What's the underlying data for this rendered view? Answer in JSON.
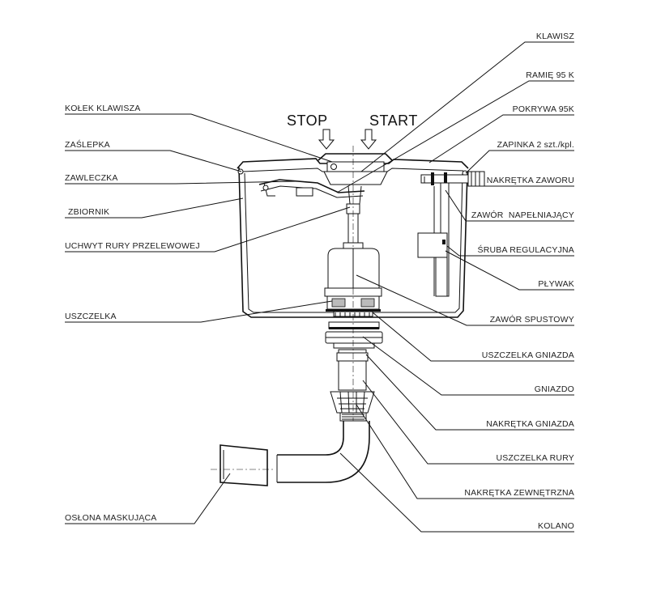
{
  "direction": {
    "stop": "STOP",
    "start": "START"
  },
  "labels": {
    "left": {
      "kolek_klawisza": "KOŁEK KLAWISZA",
      "zaslepka": "ZAŚLEPKA",
      "zawleczka": "ZAWLECZKA",
      "zbiornik": "ZBIORNIK",
      "uchwyt_rury": "UCHWYT RURY PRZELEWOWEJ",
      "uszczelka": "USZCZELKA",
      "oslona": "OSŁONA MASKUJĄCA"
    },
    "right": {
      "klawisz": "KLAWISZ",
      "ramie": "RAMIĘ 95 K",
      "pokrywa": "POKRYWA 95K",
      "zapinka": "ZAPINKA 2 szt./kpl.",
      "nakretka_zaworu": "NAKRĘTKA ZAWORU",
      "zawor_napelniajacy": "ZAWÓR  NAPEŁNIAJĄCY",
      "sruba": "ŚRUBA REGULACYJNA",
      "plywak": "PŁYWAK",
      "zawor_spustowy": "ZAWÓR SPUSTOWY",
      "uszczelka_gniazda": "USZCZELKA GNIAZDA",
      "gniazdo": "GNIAZDO",
      "nakretka_gniazda": "NAKRĘTKA GNIAZDA",
      "uszczelka_rury": "USZCZELKA RURY",
      "nakretka_zewnetrzna": "NAKRĘTKA ZEWNĘTRZNA",
      "kolano": "KOLANO"
    }
  }
}
